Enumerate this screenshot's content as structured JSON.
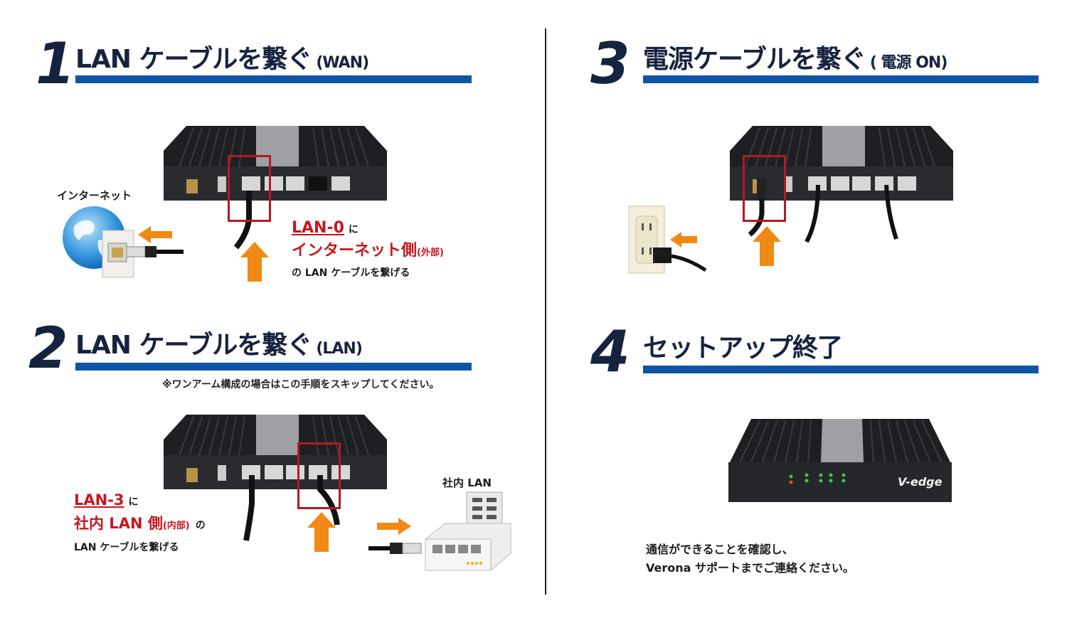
{
  "steps": [
    {
      "number": "1",
      "title": "LAN ケーブルを繋ぐ",
      "sub": "(WAN)"
    },
    {
      "number": "2",
      "title": "LAN ケーブルを繋ぐ",
      "sub": "(LAN)"
    },
    {
      "number": "3",
      "title": "電源ケーブルを繋ぐ",
      "sub": "( 電源 ON)"
    },
    {
      "number": "4",
      "title": "セットアップ終了",
      "sub": ""
    }
  ],
  "step1": {
    "internet_label": "インターネット",
    "port": "LAN-0",
    "port_suffix": "に",
    "side": "インターネット側",
    "side_sub": "(外部)",
    "line3": "の LAN ケーブルを繋げる"
  },
  "step2": {
    "note": "※ワンアーム構成の場合はこの手順をスキップしてください。",
    "port": "LAN-3",
    "port_suffix": "に",
    "side": "社内 LAN 側",
    "side_sub": "(内部)",
    "side_suffix": "の",
    "line3": "LAN ケーブルを繋げる",
    "network_label": "社内 LAN"
  },
  "step4": {
    "brand": "V-edge",
    "message_line1": "通信ができることを確認し、",
    "message_line2": "Verona サポートまでご連絡ください。"
  },
  "colors": {
    "navy": "#16233f",
    "blue_bar": "#0e55a6",
    "red": "#c8161d",
    "arrow": "#f08a14"
  }
}
